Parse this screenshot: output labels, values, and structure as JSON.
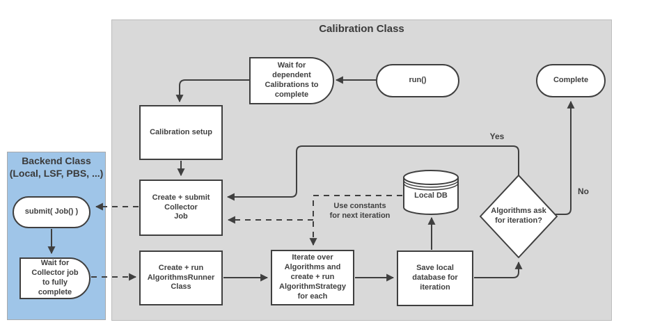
{
  "diagram": {
    "container_title": "Calibration Class",
    "backend": {
      "title": "Backend Class\n(Local, LSF, PBS, ...)"
    },
    "nodes": {
      "run": "run()",
      "wait_dependent": "Wait for\ndependent\nCalibrations to\ncomplete",
      "calibration_setup": "Calibration setup",
      "create_submit_collector": "Create + submit\nCollector\nJob",
      "submit_job": "submit( Job() )",
      "wait_collector": "Wait for\nCollector job\nto fully\ncomplete",
      "create_run_runner": "Create + run\nAlgorithmsRunner\nClass",
      "iterate": "Iterate over\nAlgorithms and\ncreate + run\nAlgorithmStrategy\nfor each",
      "save_local": "Save local\ndatabase for\niteration",
      "local_db": "Local DB",
      "decision": "Algorithms ask\nfor iteration?",
      "complete": "Complete"
    },
    "edge_labels": {
      "yes": "Yes",
      "no": "No",
      "use_constants": "Use constants\nfor next iteration"
    },
    "colors": {
      "container_fill": "#d9d9d9",
      "container_border": "#bcbcbc",
      "backend_fill": "#9fc5e8",
      "node_fill": "#ffffff",
      "node_stroke": "#3f3f3f",
      "text": "#3f3f3f"
    }
  }
}
